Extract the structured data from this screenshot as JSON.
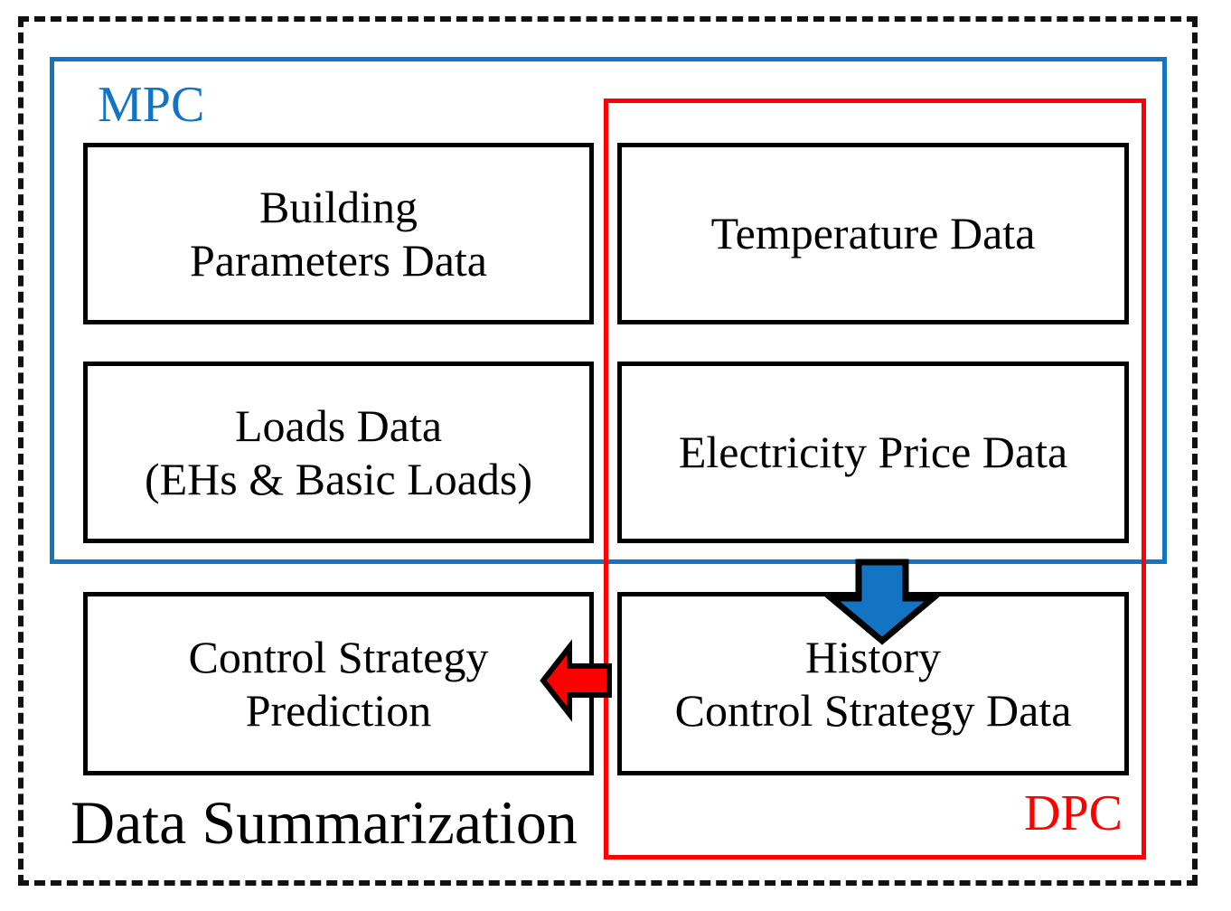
{
  "diagram": {
    "title": "Data Summarization",
    "outer_frame": {
      "style": "dashed",
      "color": "#111111"
    },
    "groups": [
      {
        "id": "mpc",
        "label": "MPC",
        "color": "#1474C4",
        "label_position": "top-left"
      },
      {
        "id": "dpc",
        "label": "DPC",
        "color": "#FF0000",
        "label_position": "bottom-right"
      }
    ],
    "boxes": [
      {
        "id": "building-parameters-data",
        "lines": [
          "Building",
          "Parameters Data"
        ],
        "group": "mpc",
        "row": 1,
        "column": "left"
      },
      {
        "id": "temperature-data",
        "lines": [
          "Temperature Data"
        ],
        "group": "mpc+dpc",
        "row": 1,
        "column": "right"
      },
      {
        "id": "loads-data",
        "lines": [
          "Loads Data",
          "(EHs & Basic Loads)"
        ],
        "group": "mpc",
        "row": 2,
        "column": "left"
      },
      {
        "id": "electricity-price-data",
        "lines": [
          "Electricity Price Data"
        ],
        "group": "mpc+dpc",
        "row": 2,
        "column": "right"
      },
      {
        "id": "control-strategy-prediction",
        "lines": [
          "Control Strategy",
          "Prediction"
        ],
        "group": "none",
        "row": 3,
        "column": "left"
      },
      {
        "id": "history-control-strategy-data",
        "lines": [
          "History",
          "Control Strategy Data"
        ],
        "group": "dpc",
        "row": 3,
        "column": "right"
      }
    ],
    "arrows": [
      {
        "id": "history-to-prediction",
        "color": "#FF0000",
        "direction": "left",
        "from": "history-control-strategy-data",
        "to": "control-strategy-prediction"
      },
      {
        "id": "price-to-history",
        "color": "#1474C4",
        "direction": "down",
        "from": "electricity-price-data",
        "to": "history-control-strategy-data"
      }
    ]
  },
  "labels": {
    "mpc": "MPC",
    "dpc": "DPC",
    "summary": "Data Summarization",
    "building_line1": "Building",
    "building_line2": "Parameters Data",
    "temperature": "Temperature Data",
    "loads_line1": "Loads Data",
    "loads_line2": "(EHs & Basic Loads)",
    "price": "Electricity Price Data",
    "prediction_line1": "Control Strategy",
    "prediction_line2": "Prediction",
    "history_line1": "History",
    "history_line2": "Control Strategy Data"
  },
  "colors": {
    "mpc_blue": "#1474C4",
    "dpc_red": "#FF0000",
    "box_border": "#000000",
    "frame_dash": "#111111",
    "background": "#FFFFFF"
  }
}
